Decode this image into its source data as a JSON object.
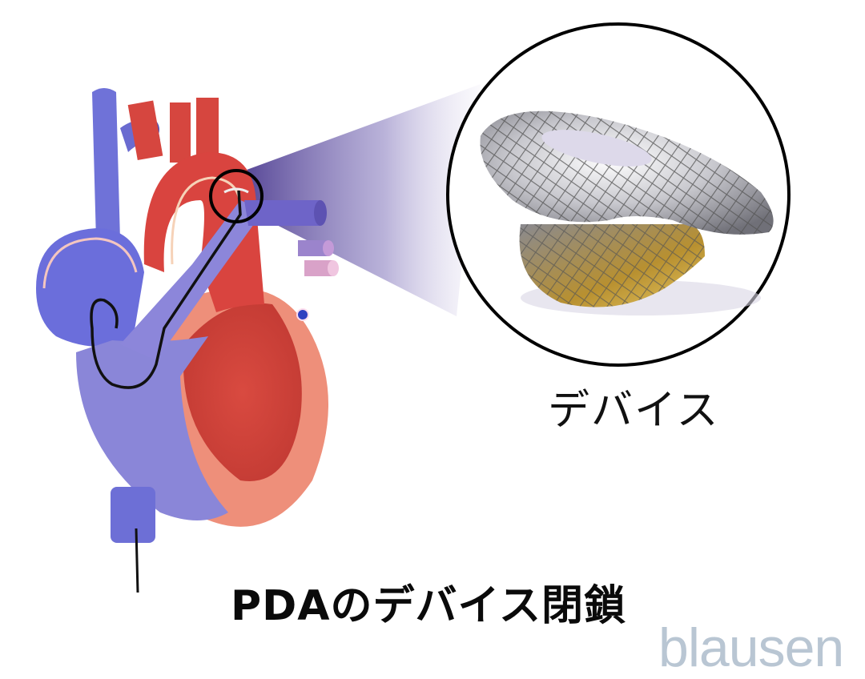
{
  "figure": {
    "title": "PDAのデバイス閉鎖",
    "callout_label": "デバイス",
    "brand": "blausen",
    "colors": {
      "background": "#ffffff",
      "vein_blue": "#6d6fd6",
      "artery_red": "#d9443f",
      "myocardium": "#ec8d78",
      "zoom_cone": "#5b4a9e",
      "device_metal": "#c9c9cf",
      "device_gold": "#b38a2a",
      "brand_gray": "#b9c6d3",
      "outline": "#000000"
    },
    "elements": [
      "heart-cross-section",
      "catheter",
      "magnifier-circle-small",
      "magnifier-circle-large",
      "occluder-device"
    ]
  }
}
